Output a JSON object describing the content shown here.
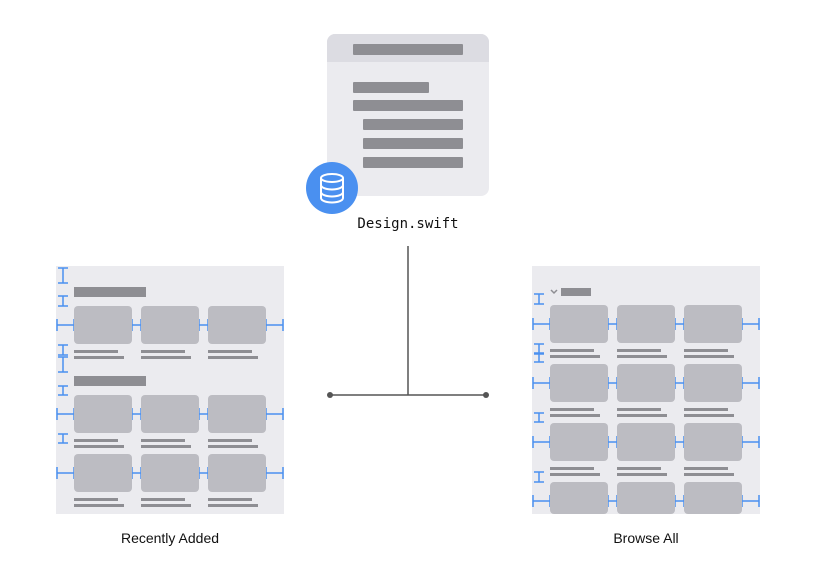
{
  "file_node": {
    "label": "Design.swift",
    "icon": "database-icon",
    "accent": "#4a90f0"
  },
  "left_panel": {
    "caption": "Recently Added"
  },
  "right_panel": {
    "caption": "Browse All"
  },
  "colors": {
    "panel_bg": "#ebebef",
    "doc_header": "#dcdce2",
    "bar": "#8e8e93",
    "card": "#bcbcc2",
    "line": "#c7c7cc",
    "guide": "#4a90f0",
    "connector": "#555555"
  }
}
